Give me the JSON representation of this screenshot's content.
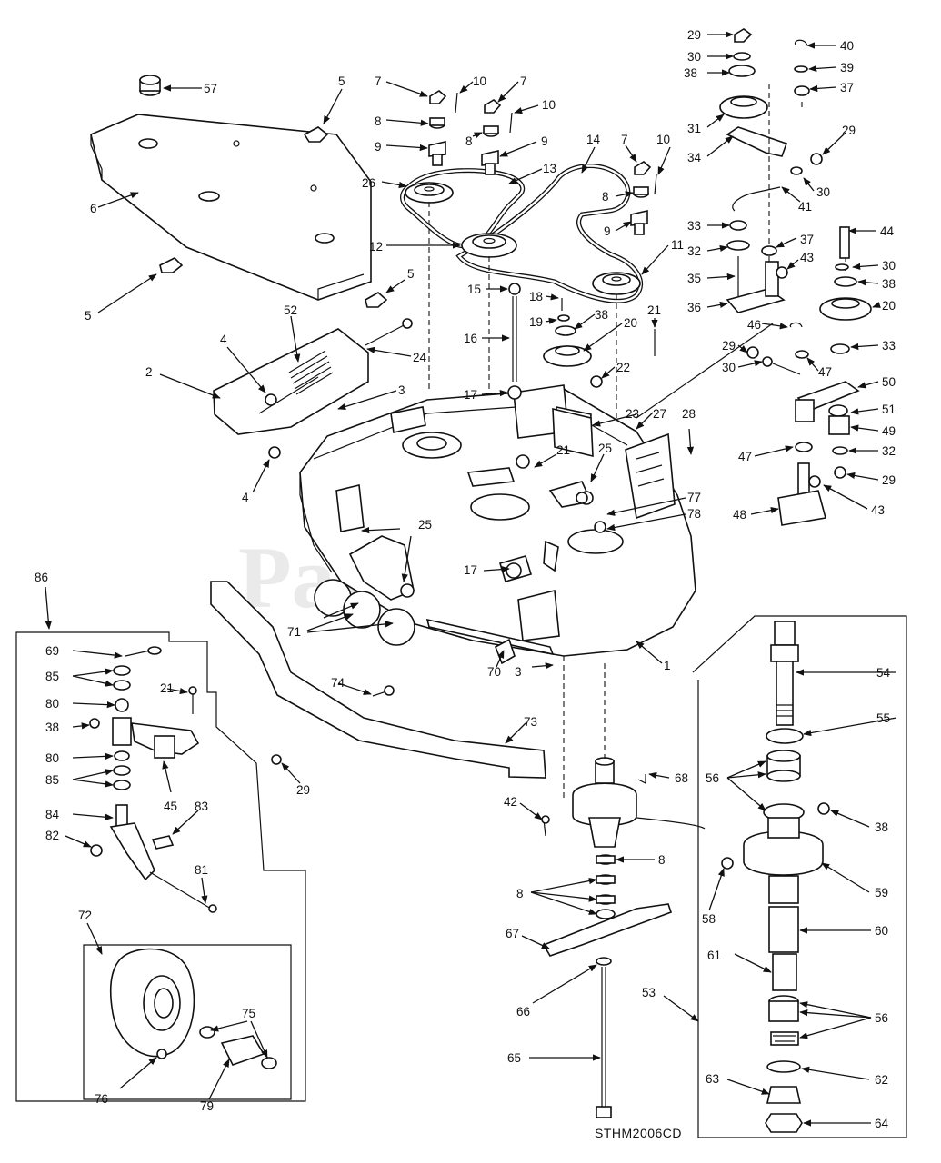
{
  "diagram": {
    "drawing_code": "STHM2006CD",
    "watermark": "PartsTree",
    "callouts": [
      {
        "id": "c57",
        "label": "57"
      },
      {
        "id": "c5a",
        "label": "5"
      },
      {
        "id": "c5b",
        "label": "5"
      },
      {
        "id": "c5c",
        "label": "5"
      },
      {
        "id": "c6",
        "label": "6"
      },
      {
        "id": "c7a",
        "label": "7"
      },
      {
        "id": "c7b",
        "label": "7"
      },
      {
        "id": "c7c",
        "label": "7"
      },
      {
        "id": "c8a",
        "label": "8"
      },
      {
        "id": "c8b",
        "label": "8"
      },
      {
        "id": "c8c",
        "label": "8"
      },
      {
        "id": "c9a",
        "label": "9"
      },
      {
        "id": "c9b",
        "label": "9"
      },
      {
        "id": "c9c",
        "label": "9"
      },
      {
        "id": "c10a",
        "label": "10"
      },
      {
        "id": "c10b",
        "label": "10"
      },
      {
        "id": "c10c",
        "label": "10"
      },
      {
        "id": "c14",
        "label": "14"
      },
      {
        "id": "c13",
        "label": "13"
      },
      {
        "id": "c26",
        "label": "26"
      },
      {
        "id": "c12",
        "label": "12"
      },
      {
        "id": "c11",
        "label": "11"
      },
      {
        "id": "c29a",
        "label": "29"
      },
      {
        "id": "c30a",
        "label": "30"
      },
      {
        "id": "c38a",
        "label": "38"
      },
      {
        "id": "c31",
        "label": "31"
      },
      {
        "id": "c34",
        "label": "34"
      },
      {
        "id": "c40",
        "label": "40"
      },
      {
        "id": "c39",
        "label": "39"
      },
      {
        "id": "c37a",
        "label": "37"
      },
      {
        "id": "c29b",
        "label": "29"
      },
      {
        "id": "c30b",
        "label": "30"
      },
      {
        "id": "c41",
        "label": "41"
      },
      {
        "id": "c33a",
        "label": "33"
      },
      {
        "id": "c32a",
        "label": "32"
      },
      {
        "id": "c37b",
        "label": "37"
      },
      {
        "id": "c43a",
        "label": "43"
      },
      {
        "id": "c35",
        "label": "35"
      },
      {
        "id": "c36",
        "label": "36"
      },
      {
        "id": "c44",
        "label": "44"
      },
      {
        "id": "c30c",
        "label": "30"
      },
      {
        "id": "c38b",
        "label": "38"
      },
      {
        "id": "c20a",
        "label": "20"
      },
      {
        "id": "c46",
        "label": "46"
      },
      {
        "id": "c33b",
        "label": "33"
      },
      {
        "id": "c29c",
        "label": "29"
      },
      {
        "id": "c30d",
        "label": "30"
      },
      {
        "id": "c47a",
        "label": "47"
      },
      {
        "id": "c50",
        "label": "50"
      },
      {
        "id": "c51",
        "label": "51"
      },
      {
        "id": "c49",
        "label": "49"
      },
      {
        "id": "c32b",
        "label": "32"
      },
      {
        "id": "c29d",
        "label": "29"
      },
      {
        "id": "c47b",
        "label": "47"
      },
      {
        "id": "c48",
        "label": "48"
      },
      {
        "id": "c43b",
        "label": "43"
      },
      {
        "id": "c15",
        "label": "15"
      },
      {
        "id": "c18",
        "label": "18"
      },
      {
        "id": "c19",
        "label": "19"
      },
      {
        "id": "c38c",
        "label": "38"
      },
      {
        "id": "c20b",
        "label": "20"
      },
      {
        "id": "c21a",
        "label": "21"
      },
      {
        "id": "c16",
        "label": "16"
      },
      {
        "id": "c22",
        "label": "22"
      },
      {
        "id": "c17a",
        "label": "17"
      },
      {
        "id": "c23",
        "label": "23"
      },
      {
        "id": "c27",
        "label": "27"
      },
      {
        "id": "c28",
        "label": "28"
      },
      {
        "id": "c21b",
        "label": "21"
      },
      {
        "id": "c25a",
        "label": "25"
      },
      {
        "id": "c77",
        "label": "77"
      },
      {
        "id": "c78",
        "label": "78"
      },
      {
        "id": "c52",
        "label": "52"
      },
      {
        "id": "c24",
        "label": "24"
      },
      {
        "id": "c2",
        "label": "2"
      },
      {
        "id": "c4a",
        "label": "4"
      },
      {
        "id": "c4b",
        "label": "4"
      },
      {
        "id": "c3a",
        "label": "3"
      },
      {
        "id": "c25b",
        "label": "25"
      },
      {
        "id": "c17b",
        "label": "17"
      },
      {
        "id": "c71",
        "label": "71"
      },
      {
        "id": "c70",
        "label": "70"
      },
      {
        "id": "c3b",
        "label": "3"
      },
      {
        "id": "c1",
        "label": "1"
      },
      {
        "id": "c86",
        "label": "86"
      },
      {
        "id": "c69",
        "label": "69"
      },
      {
        "id": "c85a",
        "label": "85"
      },
      {
        "id": "c21c",
        "label": "21"
      },
      {
        "id": "c80a",
        "label": "80"
      },
      {
        "id": "c38d",
        "label": "38"
      },
      {
        "id": "c80b",
        "label": "80"
      },
      {
        "id": "c85b",
        "label": "85"
      },
      {
        "id": "c45",
        "label": "45"
      },
      {
        "id": "c84",
        "label": "84"
      },
      {
        "id": "c83",
        "label": "83"
      },
      {
        "id": "c82",
        "label": "82"
      },
      {
        "id": "c81",
        "label": "81"
      },
      {
        "id": "c72",
        "label": "72"
      },
      {
        "id": "c75",
        "label": "75"
      },
      {
        "id": "c76",
        "label": "76"
      },
      {
        "id": "c79",
        "label": "79"
      },
      {
        "id": "c74",
        "label": "74"
      },
      {
        "id": "c73",
        "label": "73"
      },
      {
        "id": "c29e",
        "label": "29"
      },
      {
        "id": "c68",
        "label": "68"
      },
      {
        "id": "c42",
        "label": "42"
      },
      {
        "id": "c8d",
        "label": "8"
      },
      {
        "id": "c8e",
        "label": "8"
      },
      {
        "id": "c67",
        "label": "67"
      },
      {
        "id": "c66",
        "label": "66"
      },
      {
        "id": "c65",
        "label": "65"
      },
      {
        "id": "c54",
        "label": "54"
      },
      {
        "id": "c55",
        "label": "55"
      },
      {
        "id": "c56a",
        "label": "56"
      },
      {
        "id": "c38e",
        "label": "38"
      },
      {
        "id": "c59",
        "label": "59"
      },
      {
        "id": "c58",
        "label": "58"
      },
      {
        "id": "c60",
        "label": "60"
      },
      {
        "id": "c61",
        "label": "61"
      },
      {
        "id": "c56b",
        "label": "56"
      },
      {
        "id": "c53",
        "label": "53"
      },
      {
        "id": "c62",
        "label": "62"
      },
      {
        "id": "c63",
        "label": "63"
      },
      {
        "id": "c64",
        "label": "64"
      }
    ]
  }
}
